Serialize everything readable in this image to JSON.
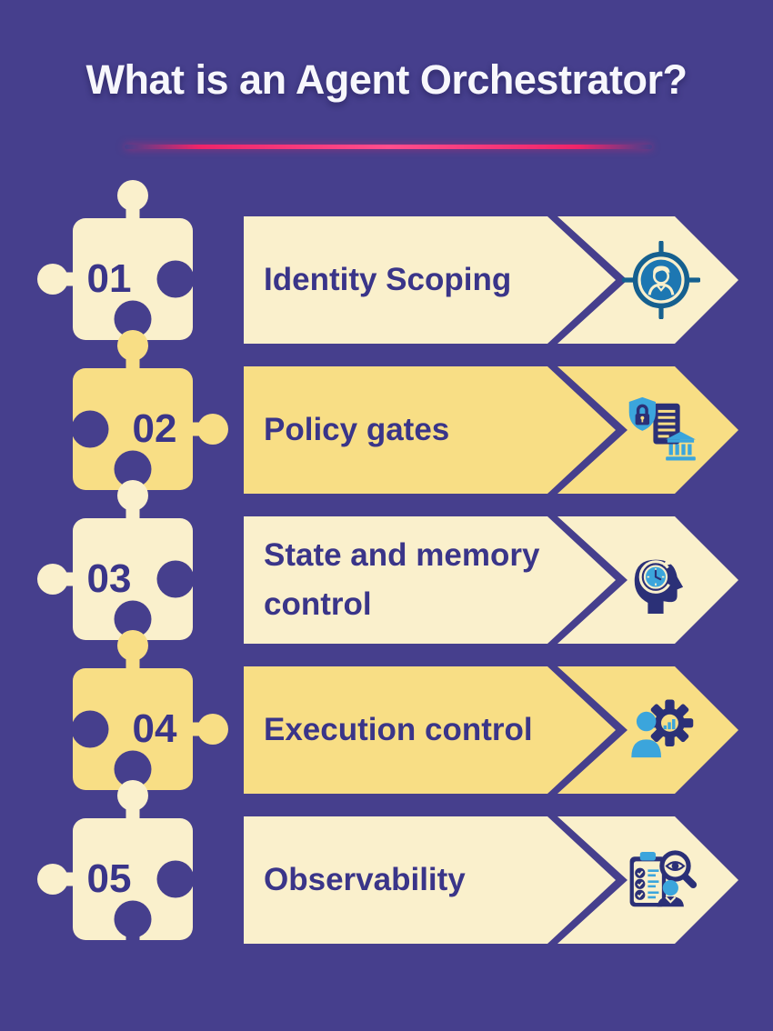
{
  "title": "What is an Agent Orchestrator?",
  "items": [
    {
      "number": "01",
      "label": "Identity Scoping",
      "icon": "identity-target-person-icon",
      "tone": "cream"
    },
    {
      "number": "02",
      "label": "Policy gates",
      "icon": "shield-lock-document-bank-icon",
      "tone": "yellow"
    },
    {
      "number": "03",
      "label": "State and memory control",
      "icon": "head-clock-memory-icon",
      "tone": "cream"
    },
    {
      "number": "04",
      "label": "Execution control",
      "icon": "person-gear-chart-icon",
      "tone": "yellow"
    },
    {
      "number": "05",
      "label": "Observability",
      "icon": "clipboard-magnifier-eye-icon",
      "tone": "cream"
    }
  ],
  "colors": {
    "background": "#463F8D",
    "cream": "#FAF0CC",
    "yellow": "#F8DE85",
    "navy_text": "#3A3589",
    "title_text": "#F7F7FC",
    "pink_divider": "#EF2469",
    "pink_divider_bright": "#FF4E8D",
    "icon_navy": "#2B3077",
    "icon_light_blue": "#3BA5DC",
    "icon_mid_blue": "#1D77B2",
    "icon_dark_blue": "#15608F"
  }
}
